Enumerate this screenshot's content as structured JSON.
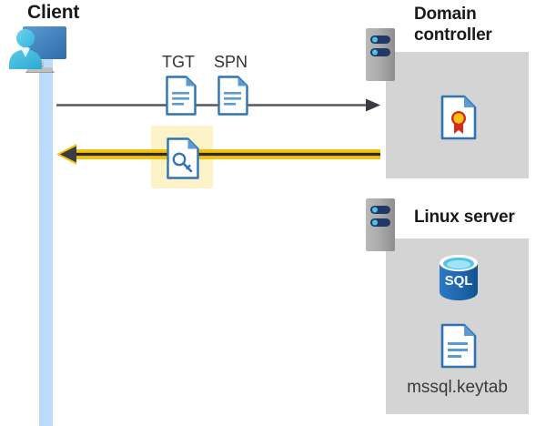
{
  "diagram": {
    "title_client": "Client",
    "title_domain_controller": "Domain\ncontroller",
    "title_domain_controller_line1": "Domain",
    "title_domain_controller_line2": "controller",
    "title_linux_server": "Linux server",
    "labels": {
      "tgt": "TGT",
      "spn": "SPN",
      "keytab_file": "mssql.keytab"
    },
    "icons": {
      "client": "client-user-monitor-icon",
      "server_dc": "server-rack-icon",
      "server_linux": "server-rack-icon",
      "tgt_doc": "document-icon",
      "spn_doc": "document-icon",
      "service_ticket": "document-key-icon",
      "certificate": "certificate-document-icon",
      "sql_database": "sql-database-icon",
      "keytab_doc": "document-icon"
    },
    "flows": {
      "request_direction": "client-to-domain-controller",
      "response_direction": "domain-controller-to-client"
    },
    "colors": {
      "panel_gray": "#d4d4d4",
      "lifeline_blue": "#bcdbfb",
      "highlight_yellow": "#fdf2c8",
      "arrow_yellow": "#f5c20a",
      "arrow_black": "#3b3b44",
      "doc_blue": "#2e74b5",
      "sql_blue": "#1f6cb0",
      "cert_red": "#d32b1e",
      "cert_gold": "#f5c20a",
      "server_body": "#a6a6a6",
      "server_bar": "#1f3864"
    }
  }
}
